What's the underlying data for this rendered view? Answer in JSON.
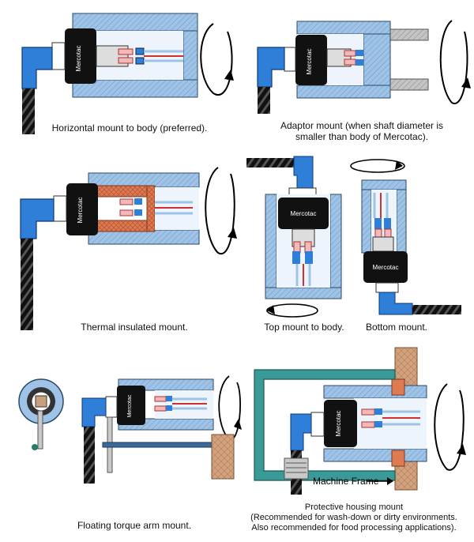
{
  "captions": {
    "horizontal": "Horizontal mount to body (preferred).",
    "adaptor": "Adaptor mount (when shaft diameter is\nsmaller than body of Mercotac).",
    "thermal": "Thermal insulated mount.",
    "top": "Top mount to body.",
    "bottom": "Bottom mount.",
    "floating": "Floating torque arm mount.",
    "protective": "Protective housing mount\n(Recommended for wash-down or dirty environments.\nAlso recommended for food processing applications)."
  },
  "labels": {
    "brand": "Mercotac",
    "machine_frame": "Machine Frame"
  },
  "colors": {
    "shaft_blue": "#9ec3e6",
    "connector_blue": "#2f7fd8",
    "body_black": "#111111",
    "insulation": "#e07a52",
    "wood": "#d2a27e",
    "teal_frame": "#3a9a98",
    "gray_adapter": "#b4b4b4"
  }
}
